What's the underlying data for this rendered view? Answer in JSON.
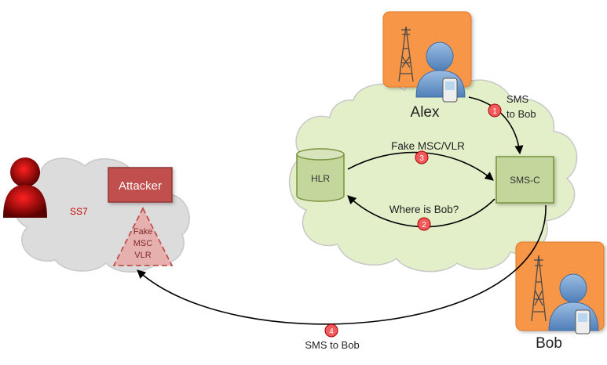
{
  "labels": {
    "ss7": "SS7",
    "attacker": "Attacker",
    "fake_node": [
      "Fake",
      "MSC",
      "VLR"
    ],
    "hlr": "HLR",
    "smsc": "SMS-C",
    "alex": "Alex",
    "bob": "Bob",
    "fake_msc_vlr": "Fake MSC/VLR",
    "where_is_bob": "Where is Bob?",
    "sms_to_bob_top": [
      "SMS",
      "to Bob"
    ],
    "sms_to_bob_bottom": "SMS to Bob"
  },
  "steps": [
    "1",
    "2",
    "3",
    "4"
  ],
  "colors": {
    "ss7_cloud": "#dcdcdc",
    "network_cloud": "#e3efc9",
    "cloud_stroke": "#c8c8c8",
    "attacker_box": "#c0504d",
    "fake_triangle": "#e6b0ae",
    "hlr_fill": "#c3d69b",
    "hlr_stroke": "#77933c",
    "tile_orange": "#f79646",
    "person_blue": "#6f9ccf",
    "attacker_person": "#b00000",
    "step_badge": "#f15a5a",
    "arrow": "#000000"
  },
  "icons": [
    "cell-tower-icon",
    "mobile-user-icon",
    "attacker-icon",
    "database-icon"
  ]
}
